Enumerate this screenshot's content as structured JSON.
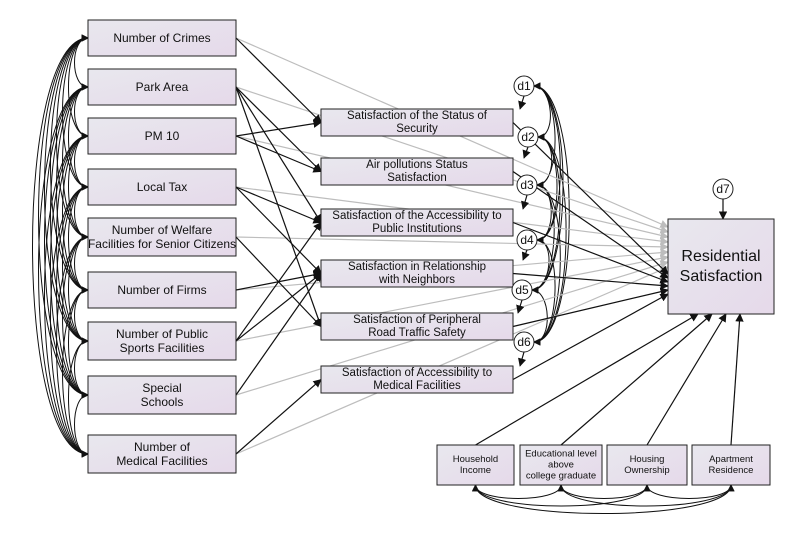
{
  "exogenous": [
    {
      "id": "crimes",
      "lines": [
        "Number of Crimes"
      ]
    },
    {
      "id": "park",
      "lines": [
        "Park Area"
      ]
    },
    {
      "id": "pm10",
      "lines": [
        "PM 10"
      ]
    },
    {
      "id": "tax",
      "lines": [
        "Local Tax"
      ]
    },
    {
      "id": "welfare",
      "lines": [
        "Number of Welfare",
        "Facilities for Senior Citizens"
      ]
    },
    {
      "id": "firms",
      "lines": [
        "Number of Firms"
      ]
    },
    {
      "id": "sports",
      "lines": [
        "Number of Public",
        "Sports Facilities"
      ]
    },
    {
      "id": "schools",
      "lines": [
        "Special",
        "Schools"
      ]
    },
    {
      "id": "medical",
      "lines": [
        "Number of",
        "Medical Facilities"
      ]
    }
  ],
  "mediators": [
    {
      "id": "security",
      "lines": [
        "Satisfaction of the Status of",
        "Security"
      ]
    },
    {
      "id": "air",
      "lines": [
        "Air pollutions Status",
        "Satisfaction"
      ]
    },
    {
      "id": "access",
      "lines": [
        "Satisfaction of the Accessibility to",
        "Public Institutions"
      ]
    },
    {
      "id": "neighbors",
      "lines": [
        "Satisfaction in Relationship",
        "with Neighbors"
      ]
    },
    {
      "id": "traffic",
      "lines": [
        "Satisfaction of Peripheral",
        "Road Traffic Safety"
      ]
    },
    {
      "id": "medacc",
      "lines": [
        "Satisfaction of Accessibility to",
        "Medical Facilities"
      ]
    }
  ],
  "errors": [
    "d1",
    "d2",
    "d3",
    "d4",
    "d5",
    "d6"
  ],
  "outcome": {
    "lines": [
      "Residential",
      "Satisfaction"
    ],
    "error": "d7"
  },
  "controls": [
    {
      "id": "income",
      "lines": [
        "Household",
        "Income"
      ]
    },
    {
      "id": "edu",
      "lines": [
        "Educational level",
        "above",
        "college graduate"
      ]
    },
    {
      "id": "housing",
      "lines": [
        "Housing",
        "Ownership"
      ]
    },
    {
      "id": "apartment",
      "lines": [
        "Apartment",
        "Residence"
      ]
    }
  ],
  "colors": {
    "box_top": "#e8e8ee",
    "box_bottom": "#e6d9ea",
    "dark_arrow": "#111111",
    "grey_arrow": "#bdbdbd"
  },
  "paths_significant": [
    [
      "crimes",
      "security"
    ],
    [
      "park",
      "air"
    ],
    [
      "park",
      "access"
    ],
    [
      "park",
      "traffic"
    ],
    [
      "pm10",
      "air"
    ],
    [
      "pm10",
      "security"
    ],
    [
      "tax",
      "neighbors"
    ],
    [
      "tax",
      "access"
    ],
    [
      "welfare",
      "traffic"
    ],
    [
      "firms",
      "neighbors"
    ],
    [
      "sports",
      "neighbors"
    ],
    [
      "sports",
      "access"
    ],
    [
      "schools",
      "neighbors"
    ],
    [
      "medical",
      "medacc"
    ]
  ],
  "paths_nonsignificant": [
    [
      "crimes",
      "outcome"
    ],
    [
      "park",
      "outcome"
    ],
    [
      "pm10",
      "outcome"
    ],
    [
      "tax",
      "outcome"
    ],
    [
      "welfare",
      "outcome"
    ],
    [
      "firms",
      "outcome"
    ],
    [
      "sports",
      "outcome"
    ],
    [
      "schools",
      "outcome"
    ],
    [
      "medical",
      "outcome"
    ]
  ]
}
